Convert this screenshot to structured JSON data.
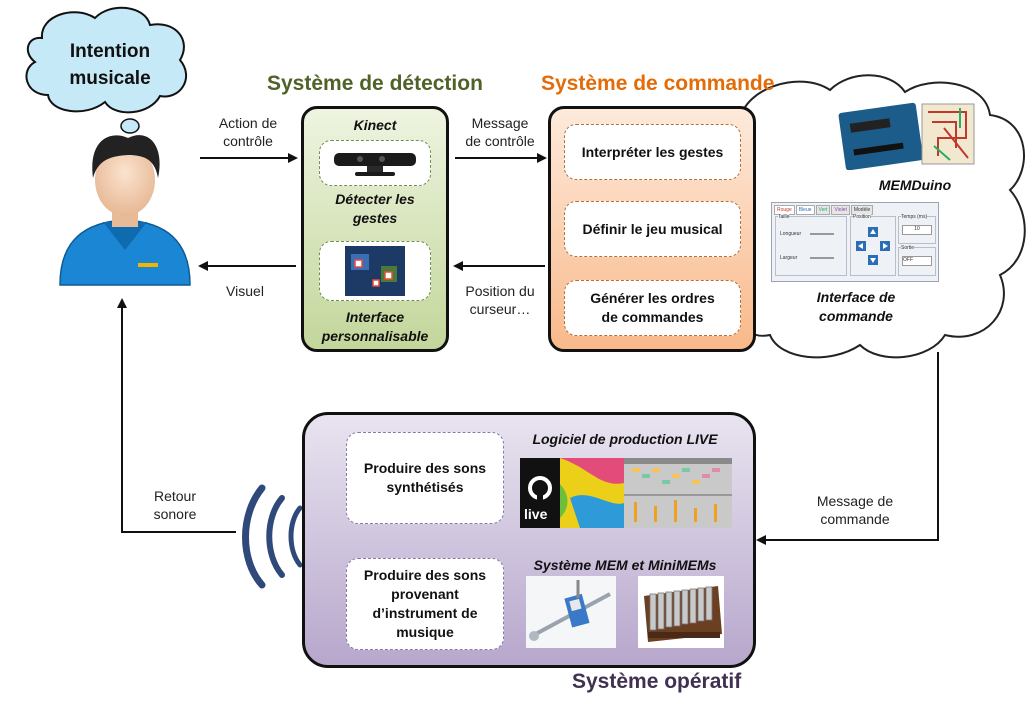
{
  "thought": {
    "line1": "Intention",
    "line2": "musicale"
  },
  "titles": {
    "detection": "Système de détection",
    "command": "Système de commande",
    "operative": "Système opératif"
  },
  "arrows": {
    "action_line1": "Action de",
    "action_line2": "contrôle",
    "message_line1": "Message",
    "message_line2": "de contrôle",
    "visuel": "Visuel",
    "position_line1": "Position du",
    "position_line2": "curseur…",
    "retour_line1": "Retour",
    "retour_line2": "sonore",
    "commande_line1": "Message de",
    "commande_line2": "commande"
  },
  "detection": {
    "kinect": "Kinect",
    "detect_line1": "Détecter les",
    "detect_line2": "gestes",
    "interface_line1": "Interface",
    "interface_line2": "personnalisable"
  },
  "command": {
    "task1": "Interpréter les gestes",
    "task2": "Définir le jeu musical",
    "task3_line1": "Générer les ordres",
    "task3_line2": "de commandes"
  },
  "cloud": {
    "memduino": "MEMDuino",
    "interface_line1": "Interface de",
    "interface_line2": "commande",
    "ui_tabs": [
      "Rouge",
      "Bleue",
      "Vert",
      "Violet",
      "Modèle"
    ],
    "ui_taille": "Taille",
    "ui_longueur": "Longueur",
    "ui_largeur": "Largeur",
    "ui_position": "Position",
    "ui_temps": "Temps (ms)",
    "ui_temps_value": "10",
    "ui_sortie": "Sortie",
    "ui_sortie_value": "OFF"
  },
  "operative": {
    "software": "Logiciel de production LIVE",
    "task1_line1": "Produire des sons",
    "task1_line2": "synthétisés",
    "mem": "Système MEM et MiniMEMs",
    "task2_line1": "Produire des sons",
    "task2_line2": "provenant",
    "task2_line3": "d’instrument de",
    "task2_line4": "musique",
    "live_logo": "live"
  },
  "colors": {
    "detection_title": "#4f6228",
    "command_title": "#e36c09",
    "operative_title": "#403151",
    "thought_fill": "#c6e9f8",
    "green_panel": "#d7e4bd",
    "orange_panel": "#fbd5b5",
    "purple_panel": "#ccc1da"
  }
}
